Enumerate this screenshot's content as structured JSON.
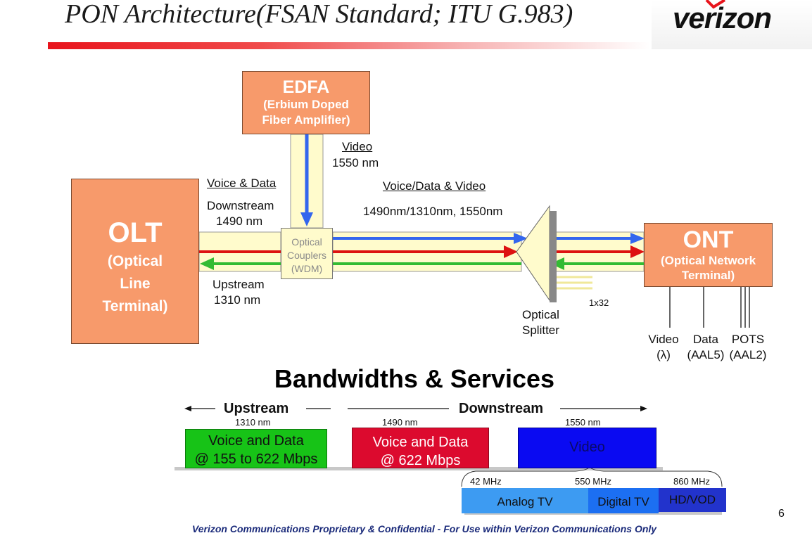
{
  "header": {
    "title": "PON Architecture(FSAN Standard; ITU G.983)",
    "logo": "verizon"
  },
  "diagram": {
    "edfa": {
      "title": "EDFA",
      "line1": "(Erbium Doped",
      "line2": "Fiber Amplifier)"
    },
    "olt": {
      "title": "OLT",
      "line1": "(Optical",
      "line2": "Line",
      "line3": "Terminal)"
    },
    "ont": {
      "title": "ONT",
      "line1": "(Optical Network",
      "line2": "Terminal)"
    },
    "coupler": {
      "line1": "Optical",
      "line2": "Couplers",
      "line3": "(WDM)"
    },
    "labels": {
      "video": "Video",
      "video_nm": "1550 nm",
      "voice_data": "Voice & Data",
      "downstream": "Downstream",
      "downstream_nm": "1490 nm",
      "upstream": "Upstream",
      "upstream_nm": "1310 nm",
      "voice_data_video": "Voice/Data & Video",
      "combined_nm": "1490nm/1310nm, 1550nm",
      "splitter_line1": "Optical",
      "splitter_line2": "Splitter",
      "split_ratio": "1x32",
      "ont_out_video": "Video",
      "ont_out_video_sub": "(λ)",
      "ont_out_data": "Data",
      "ont_out_data_sub": "(AAL5)",
      "ont_out_pots": "POTS",
      "ont_out_pots_sub": "(AAL2)"
    },
    "colors": {
      "box": "#f79a6b",
      "fiber": "#fffbcc",
      "blue": "#3366ee",
      "red": "#dd1111",
      "green": "#33bb33"
    }
  },
  "bandwidths": {
    "title": "Bandwidths & Services",
    "upstream_label": "Upstream",
    "downstream_label": "Downstream",
    "services": [
      {
        "nm": "1310 nm",
        "line1": "Voice and Data",
        "line2": "@ 155 to 622 Mbps",
        "color": "#17c317"
      },
      {
        "nm": "1490 nm",
        "line1": "Voice and Data",
        "line2": "@ 622 Mbps",
        "color": "#dc0a2e"
      },
      {
        "nm": "1550 nm",
        "line1": "Video",
        "line2": "",
        "color": "#0a0af2"
      }
    ],
    "freqs": [
      "42 MHz",
      "550 MHz",
      "860 MHz"
    ],
    "tv": {
      "analog": "Analog TV",
      "digital": "Digital TV",
      "hd": "HD/VOD"
    }
  },
  "footer": "Verizon Communications Proprietary & Confidential - For Use within Verizon Communications Only",
  "page_number": "6"
}
